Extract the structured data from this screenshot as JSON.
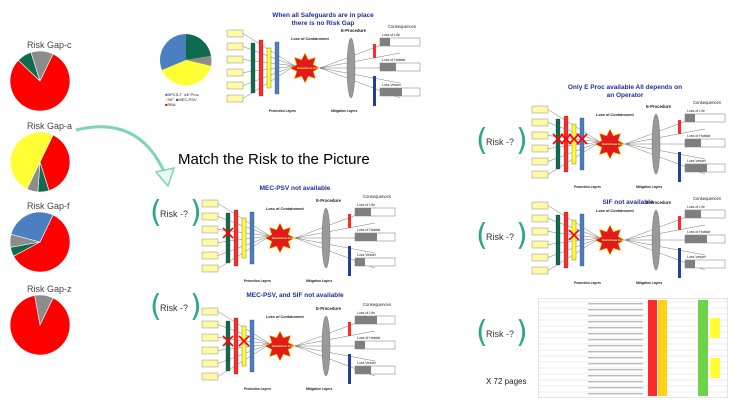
{
  "headline": "Match the Risk to the Picture",
  "colors": {
    "red": "#ff0000",
    "yellow": "#ffff33",
    "blue": "#4a7fc1",
    "teal": "#0f6b4f",
    "gray": "#8c8c8c",
    "brace": "#2aa88a",
    "title_blue": "#1f2f9a"
  },
  "risk_gaps": [
    {
      "label": "Risk Gap-c",
      "slices": [
        {
          "color": "red",
          "pct": 80
        },
        {
          "color": "teal",
          "pct": 8
        },
        {
          "color": "gray",
          "pct": 12
        }
      ]
    },
    {
      "label": "Risk Gap-a",
      "slices": [
        {
          "color": "red",
          "pct": 38
        },
        {
          "color": "teal",
          "pct": 6
        },
        {
          "color": "gray",
          "pct": 6
        },
        {
          "color": "yellow",
          "pct": 50
        }
      ]
    },
    {
      "label": "Risk Gap-f",
      "slices": [
        {
          "color": "red",
          "pct": 60
        },
        {
          "color": "teal",
          "pct": 5
        },
        {
          "color": "gray",
          "pct": 7
        },
        {
          "color": "blue",
          "pct": 28
        }
      ]
    },
    {
      "label": "Risk Gap-z",
      "slices": [
        {
          "color": "red",
          "pct": 90
        },
        {
          "color": "gray",
          "pct": 10
        }
      ]
    }
  ],
  "top_legend": {
    "items": [
      "BPCS-T",
      "SIF",
      "RBA",
      "E Proc",
      "MEC-PSV"
    ]
  },
  "diagram_text": {
    "loss": "Loss of Containment",
    "hazardous": "Hazardous Event",
    "eprocedure": "E-Procedure",
    "consequences": "Consequences",
    "loss_life": "Loss of Life",
    "loss_habitat": "Loss of Habitat",
    "loss_vessel": "Loss Vessel",
    "protection_layers": "Protection Layers",
    "mitigation_layers": "Mitigation Layers"
  },
  "diagrams": [
    {
      "id": "main",
      "title": "When all Safeguards are in place there is no Risk Gap"
    },
    {
      "id": "mec",
      "title": "MEC-PSV not available"
    },
    {
      "id": "mec-sif",
      "title": "MEC-PSV, and SIF not available"
    },
    {
      "id": "eproc",
      "title": "Only E Proc available All depends on an Operator"
    },
    {
      "id": "sif",
      "title": "SIF not available"
    }
  ],
  "risk_question": "Risk -?",
  "pages_label": "X 72 pages"
}
